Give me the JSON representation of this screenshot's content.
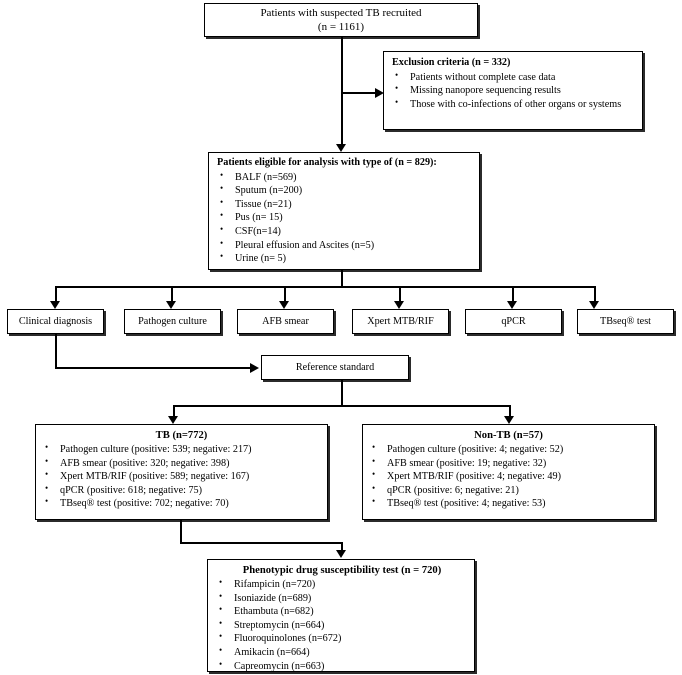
{
  "chart_data": {
    "type": "diagram",
    "title": "TB diagnostic study participant flow diagram"
  },
  "nodes": {
    "recruited": {
      "line1": "Patients with suspected TB recruited",
      "line2": "(n = 1161)"
    },
    "exclusion": {
      "title": "Exclusion criteria (n = 332)",
      "items": [
        "Patients without complete case data",
        "Missing nanopore sequencing results",
        "Those with co-infections of other organs or systems"
      ]
    },
    "eligible": {
      "title": "Patients eligible for analysis with type of (n = 829):",
      "items": [
        "BALF (n=569)",
        "Sputum (n=200)",
        "Tissue (n=21)",
        "Pus (n= 15)",
        "CSF(n=14)",
        "Pleural effusion and Ascites (n=5)",
        "Urine (n= 5)"
      ]
    },
    "methods": [
      "Clinical diagnosis",
      "Pathogen culture",
      "AFB smear",
      "Xpert MTB/RIF",
      "qPCR",
      "TBseq® test"
    ],
    "reference_standard": "Reference standard",
    "tb": {
      "title": "TB (n=772)",
      "items": [
        "Pathogen culture (positive:  539; negative: 217)",
        "AFB smear (positive: 320;  negative: 398)",
        "Xpert MTB/RIF (positive:  589; negative: 167)",
        "qPCR (positive: 618;  negative: 75)",
        "TBseq® test (positive: 702;  negative: 70)"
      ]
    },
    "nontb": {
      "title": "Non-TB (n=57)",
      "items": [
        "Pathogen culture (positive: 4;  negative: 52)",
        "AFB smear (positive: 19;  negative: 32)",
        "Xpert MTB/RIF (positive: 4;  negative: 49)",
        "qPCR (positive: 6;  negative: 21)",
        "TBseq® test (positive: 4;  negative: 53)"
      ]
    },
    "dst": {
      "title": "Phenotypic drug susceptibility test (n = 720)",
      "items": [
        "Rifampicin (n=720)",
        "Isoniazide (n=689)",
        "Ethambutа (n=682)",
        "Streptomycin (n=664)",
        "Fluoroquinolones (n=672)",
        "Amikacin (n=664)",
        "Capreomycin (n=663)"
      ]
    }
  },
  "colors": {
    "stroke": "#000000",
    "background": "#ffffff",
    "shadow": "#2b2b2b"
  }
}
